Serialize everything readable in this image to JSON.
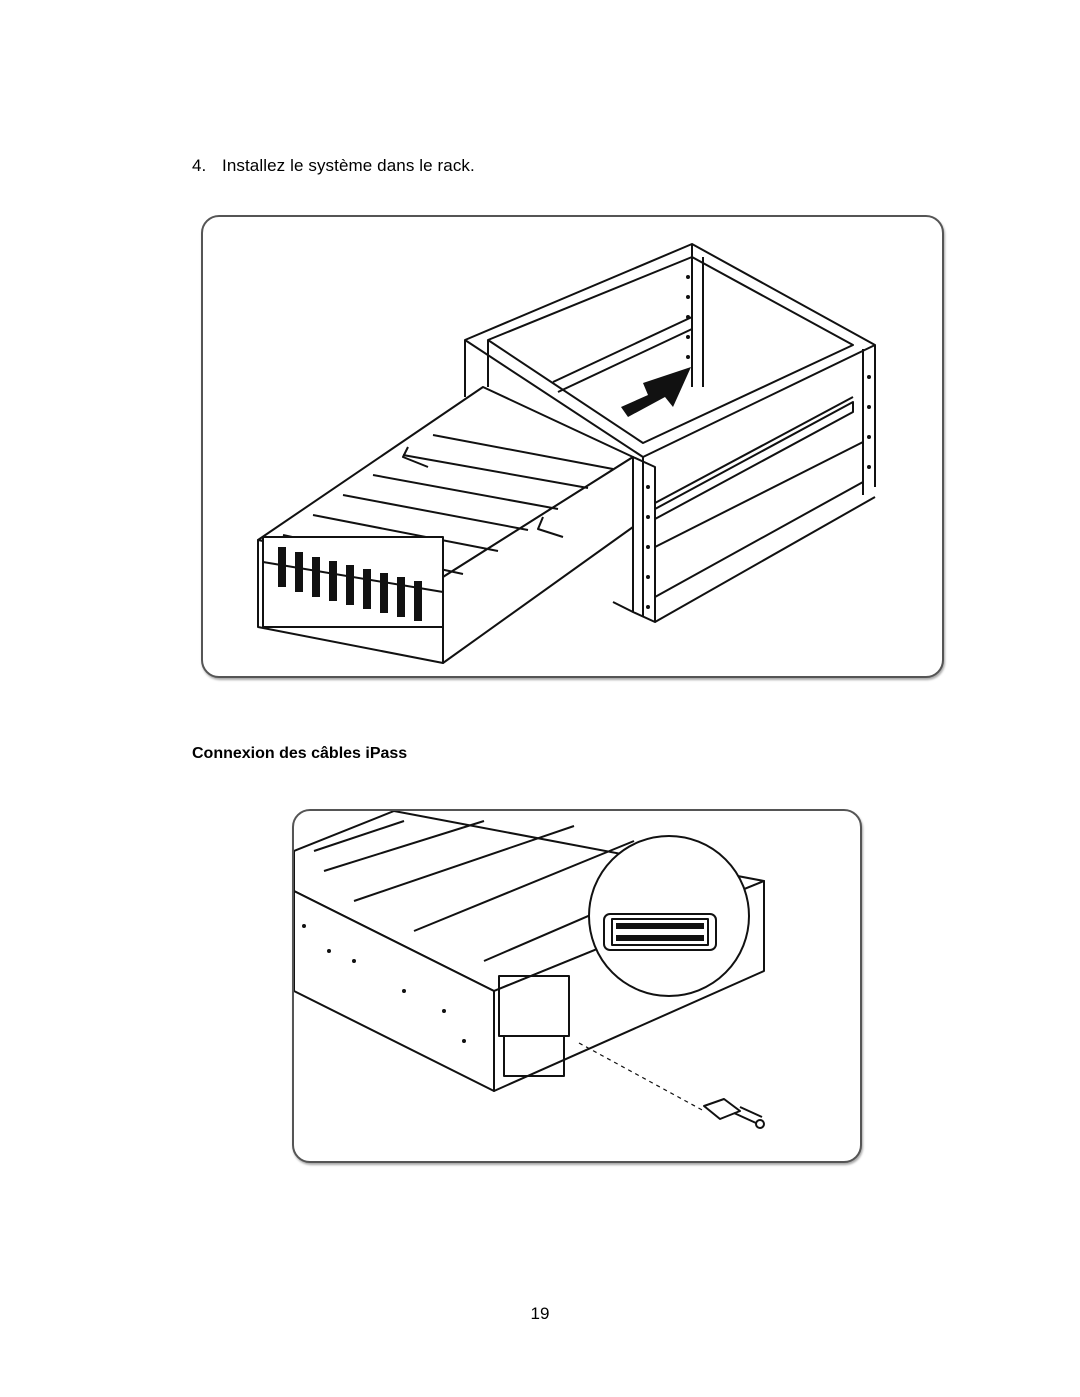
{
  "step": {
    "number": "4.",
    "text": "Installez le système dans le rack."
  },
  "section": {
    "title": "Connexion des câbles iPass"
  },
  "figures": {
    "rack_install": {
      "icon": "rack-install-illustration"
    },
    "ipass_cable": {
      "icon": "ipass-cable-illustration"
    }
  },
  "page": {
    "number": "19"
  }
}
